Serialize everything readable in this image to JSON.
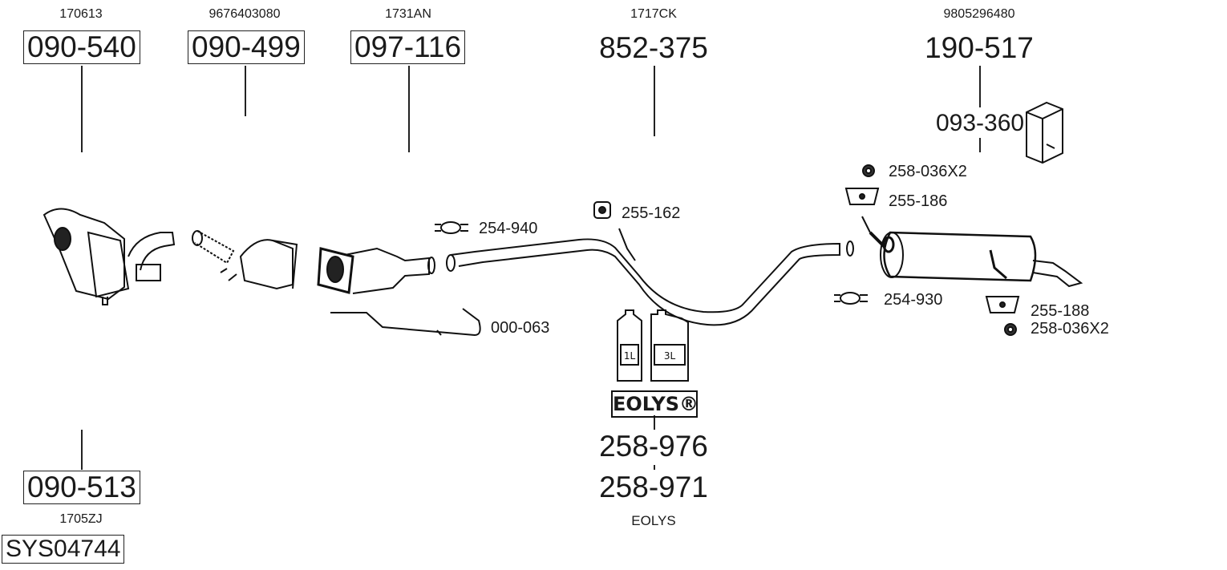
{
  "parts": {
    "p1": {
      "oe": "170613",
      "number": "090-540"
    },
    "p2": {
      "oe": "9676403080",
      "number": "090-499"
    },
    "p3": {
      "oe": "1731AN",
      "number": "097-116"
    },
    "p4": {
      "oe": "1717CK",
      "number": "852-375"
    },
    "p5": {
      "oe": "9805296480",
      "number": "190-517",
      "kit": "093-360"
    },
    "p6": {
      "oe": "1705ZJ",
      "number": "090-513"
    }
  },
  "accessories": {
    "clamp1": "254-940",
    "mount1": "255-162",
    "sensor": "000-063",
    "nut1": "258-036X2",
    "mount2": "255-186",
    "clamp2": "254-930",
    "mount3": "255-188",
    "nut2": "258-036X2"
  },
  "eolys": {
    "bottle_small": "1L",
    "bottle_large": "3L",
    "brand": "EOLYS®",
    "number1": "258-976",
    "number2": "258-971",
    "caption": "EOLYS"
  },
  "system_code": "SYS04744"
}
